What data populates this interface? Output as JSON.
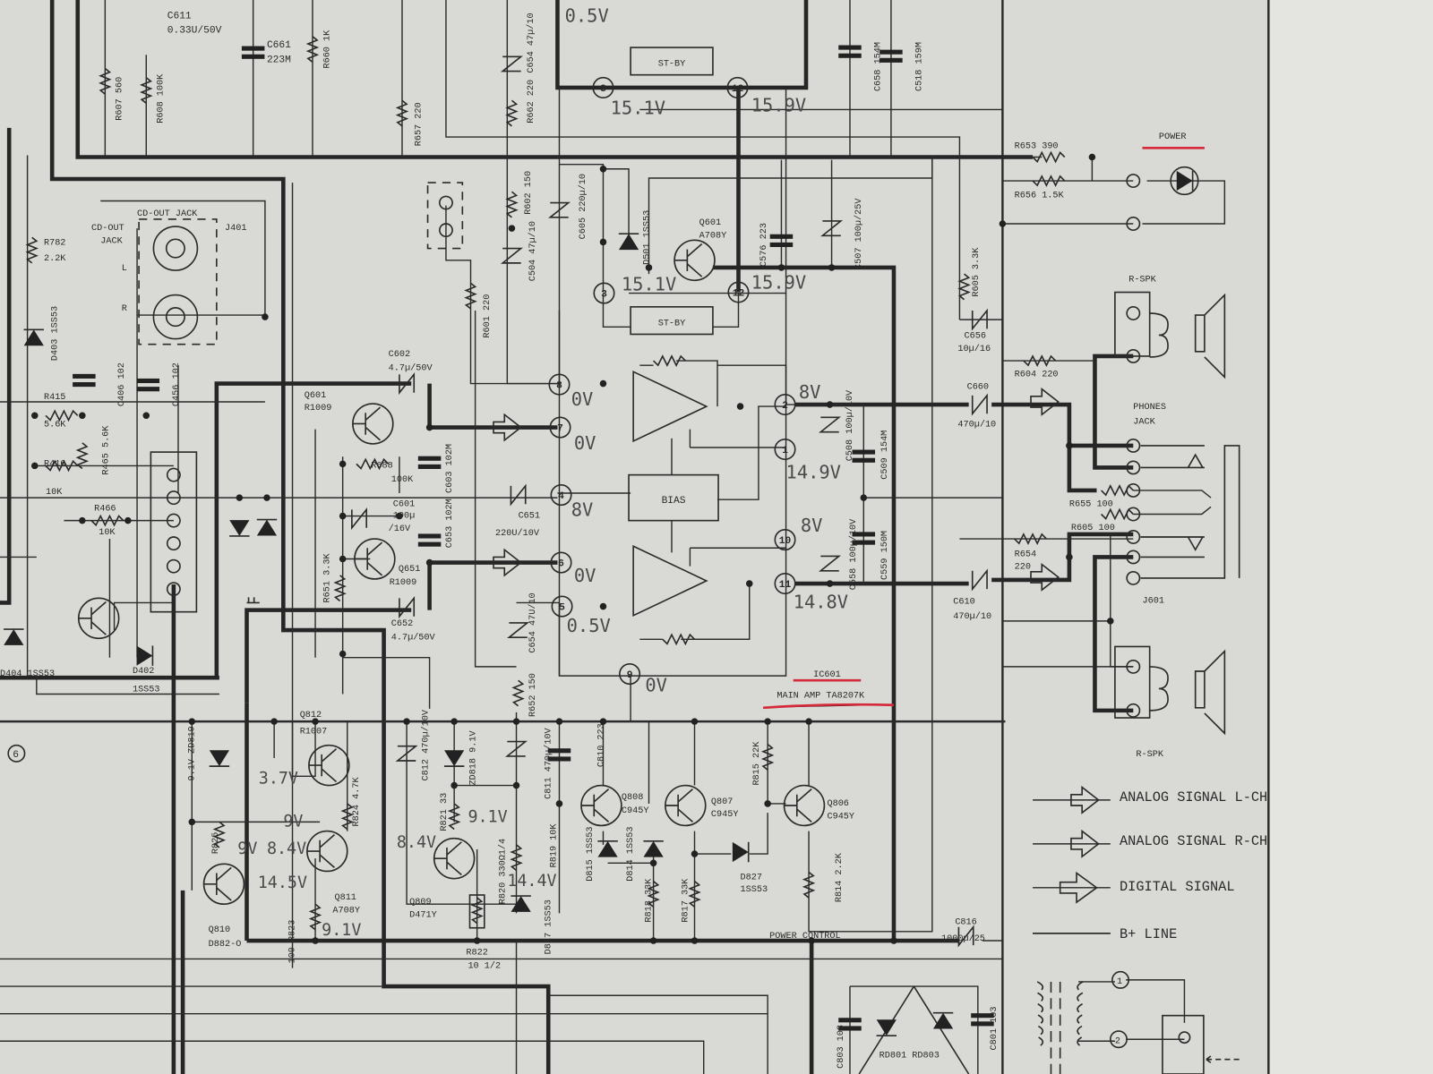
{
  "top": {
    "c611": "C611",
    "c611_val": "0.33U/50V",
    "c661": "C661",
    "c661_val": "223M",
    "r660": "R660 1K",
    "r607": "R607 560",
    "r608": "R608 100K",
    "r657": "R657 220",
    "c654": "C654 47µ/10",
    "r662": "R662 220",
    "v_top_05": "0.5V",
    "stby_top": "ST-BY",
    "v_top_151": "15.1V",
    "v_top_159": "15.9V",
    "c658": "C658 154M",
    "c518": "C518 159M"
  },
  "power": {
    "r653": "R653 390",
    "r656": "R656 1.5K",
    "power_label": "POWER"
  },
  "standby": {
    "r602": "R602 150",
    "c605": "C605 220µ/10",
    "d501": "D501 1SS53",
    "q601": "Q601",
    "q601_type": "A708Y",
    "c576": "C576 223",
    "c507": "C507 100µ/25V",
    "c504": "C504 47µ/10",
    "r601": "R601 220",
    "v_151": "15.1V",
    "v_159": "15.9V",
    "stby": "ST-BY"
  },
  "cd_out": {
    "title": "CD-OUT JACK",
    "side1": "CD-OUT",
    "side2": "JACK",
    "ref": "J401",
    "l": "L",
    "r": "R",
    "r782": "R782",
    "r782_val": "2.2K",
    "d403": "D403 1SS53"
  },
  "left": {
    "c406": "C406 102",
    "c456": "C456 102",
    "r415": "R415",
    "r415_val": "5.6K",
    "r465": "R465 5.6K",
    "r416": "R416",
    "r416_val": "10K",
    "r466": "R466",
    "r466_val": "10K",
    "d404": "D404 1SS53",
    "d402": "D402",
    "d402_val": "1SS53",
    "pin6": "6"
  },
  "preamp": {
    "c602": "C602",
    "c602_val": "4.7µ/50V",
    "q601": "Q601",
    "q601_type": "R1009",
    "r688": "R688",
    "r688_val": "100K",
    "c603": "C603 102M",
    "c601": "C601",
    "c601_val1": "100µ",
    "c601_val2": "/16V",
    "c653": "C653 102M",
    "q651": "Q651",
    "q651_type": "R1009",
    "r651": "R651 3.3K",
    "c652": "C652",
    "c652_val": "4.7µ/50V"
  },
  "ic": {
    "pins": [
      "3",
      "12",
      "3",
      "12",
      "8",
      "7",
      "4",
      "6",
      "5",
      "9",
      "2",
      "1",
      "10",
      "11"
    ],
    "v_pin8": "0V",
    "v_pin7": "0V",
    "v_pin4": "8V",
    "v_pin6": "0V",
    "v_pin5": "0.5V",
    "v_pin9": "0V",
    "v_pin2": "8V",
    "v_pin1": "14.9V",
    "v_pin10": "8V",
    "v_pin11": "14.8V",
    "bias": "BIAS",
    "c651": "C651",
    "c651_val": "220U/10V",
    "c508": "C508 100µ/10V",
    "c509": "C509 154M",
    "c558": "C558 100µ/10V",
    "c559": "C559 150M",
    "c654": "C654 47U/10",
    "r652": "R652 150",
    "ref": "IC601",
    "name": "MAIN AMP  TA8207K"
  },
  "output": {
    "r605a": "R605 3.3K",
    "c656": "C656",
    "c656_val": "10µ/16",
    "r604": "R604 220",
    "c660": "C660",
    "c660_val": "470µ/10",
    "rspk_top": "R-SPK",
    "phones1": "PHONES",
    "phones2": "JACK",
    "r655": "R655 100",
    "r605b": "R605 100",
    "r654": "R654",
    "r654_val": "220",
    "c610": "C610",
    "c610_val": "470µ/10",
    "j601": "J601",
    "rspk_bottom": "R-SPK"
  },
  "control": {
    "q812": "Q812",
    "q812_type": "R1007",
    "zd819": "9.1V ZD819",
    "v37": "3.7V",
    "r825": "R825",
    "v9a": "9V",
    "v84a": "8.4V",
    "v9b": "9V",
    "r824": "R824 4.7K",
    "v145": "14.5V",
    "q811": "Q811",
    "q811_type": "A708Y",
    "v91a": "9.1V",
    "q810": "Q810",
    "q810_type": "D882-O",
    "r823": "100 R823",
    "c812": "C812 470µ/10V",
    "zd818": "ZD818 9.1V",
    "r821": "R821 33",
    "v91b": "9.1V",
    "v84b": "8.4V",
    "q809": "Q809",
    "q809_type": "D471Y",
    "r820": "R820 330Ω1/4",
    "v144": "14.4V",
    "c811": "C811 470µ/10V",
    "r819": "R819 10K",
    "d817": "D817 1SS53",
    "r822": "R822",
    "r822_val": "10 1/2",
    "c810": "C810 223",
    "d815": "D815 1SS53",
    "d814": "D814 1SS53",
    "q808": "Q808",
    "q808_type": "C945Y",
    "q807": "Q807",
    "q807_type": "C945Y",
    "q806": "Q806",
    "q806_type": "C945Y",
    "r815": "R815 22K",
    "d827": "D827",
    "d827_val": "1SS53",
    "r814": "R814 2.2K",
    "r818": "R818 33K",
    "r817": "R817 33K",
    "power_control": "POWER CONTROL",
    "c816": "C816",
    "c816_val": "1000µ/25"
  },
  "supply": {
    "c803": "C803 103",
    "c801": "C801 103",
    "rd": "RD801 RD803",
    "pin1": "1",
    "pin2": "2"
  },
  "legend": {
    "analog_l": "ANALOG SIGNAL L-CH",
    "analog_r": "ANALOG SIGNAL R-CH",
    "digital": "DIGITAL SIGNAL",
    "bplus": "B+ LINE"
  },
  "colors": {
    "paper": "#d9d9d5",
    "ink": "#2a2a2a",
    "highlight": "#d42a3a"
  }
}
